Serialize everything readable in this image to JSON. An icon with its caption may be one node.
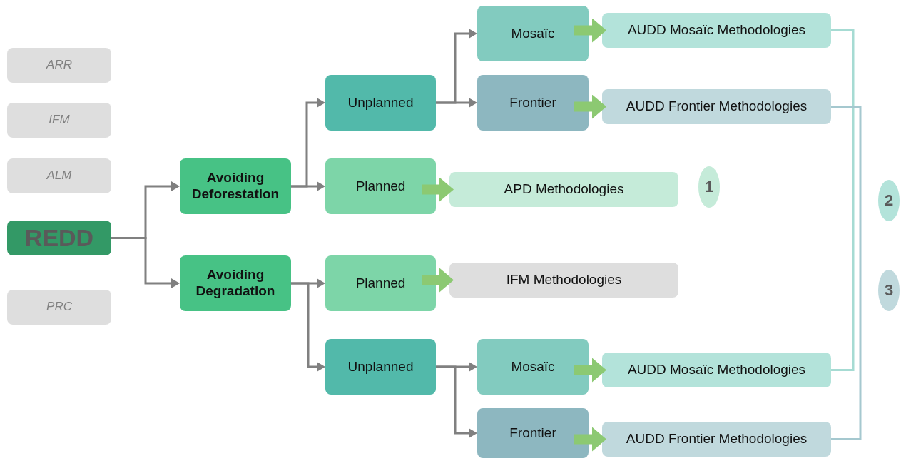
{
  "diagram": {
    "nodes": [
      {
        "text": [
          "ARR"
        ]
      },
      {
        "text": [
          "IFM"
        ]
      },
      {
        "text": [
          "ALM"
        ]
      },
      {
        "text": [
          "REDD"
        ]
      },
      {
        "text": [
          "PRC"
        ]
      },
      {
        "text": [
          "Avoiding Deforestation"
        ]
      },
      {
        "text": [
          "Avoiding Degradation"
        ]
      },
      {
        "text": [
          "Unplanned"
        ]
      },
      {
        "text": [
          "Planned"
        ]
      },
      {
        "text": [
          "Planned"
        ]
      },
      {
        "text": [
          "Unplanned"
        ]
      },
      {
        "text": [
          "Mosaïc"
        ]
      },
      {
        "text": [
          "Frontier"
        ]
      },
      {
        "text": [
          "Mosaïc"
        ]
      },
      {
        "text": [
          "Frontier"
        ]
      },
      {
        "text": [
          "AUDD Mosaïc Methodologies"
        ]
      },
      {
        "text": [
          "AUDD Frontier Methodologies"
        ]
      },
      {
        "text": [
          "APD Methodologies"
        ]
      },
      {
        "text": [
          "IFM Methodologies"
        ]
      },
      {
        "text": [
          "AUDD Mosaïc Methodologies"
        ]
      },
      {
        "text": [
          "AUDD Frontier Methodologies"
        ]
      },
      {
        "text": [
          "1"
        ]
      },
      {
        "text": [
          "2"
        ]
      },
      {
        "text": [
          "3"
        ]
      }
    ],
    "edges": [
      {
        "from": 3,
        "to": 5,
        "arrow": "to"
      },
      {
        "from": 3,
        "to": 6,
        "arrow": "to"
      },
      {
        "from": 5,
        "to": 7,
        "arrow": "to"
      },
      {
        "from": 5,
        "to": 8,
        "arrow": "to"
      },
      {
        "from": 6,
        "to": 9,
        "arrow": "to"
      },
      {
        "from": 6,
        "to": 10,
        "arrow": "to"
      },
      {
        "from": 7,
        "to": 11,
        "arrow": "to"
      },
      {
        "from": 7,
        "to": 12,
        "arrow": "to"
      },
      {
        "from": 10,
        "to": 13,
        "arrow": "to"
      },
      {
        "from": 10,
        "to": 14,
        "arrow": "to"
      },
      {
        "from": 11,
        "to": 15,
        "arrow": "to",
        "style": "thick",
        "color": "#8cc972"
      },
      {
        "from": 12,
        "to": 16,
        "arrow": "to",
        "style": "thick",
        "color": "#8cc972"
      },
      {
        "from": 8,
        "to": 17,
        "arrow": "to",
        "style": "thick",
        "color": "#8cc972"
      },
      {
        "from": 9,
        "to": 18,
        "arrow": "to",
        "style": "thick",
        "color": "#8cc972"
      },
      {
        "from": 13,
        "to": 19,
        "arrow": "to",
        "style": "thick",
        "color": "#8cc972"
      },
      {
        "from": 14,
        "to": 20,
        "arrow": "to",
        "style": "thick",
        "color": "#8cc972"
      },
      {
        "from": 15,
        "to": 19,
        "arrow": "none",
        "color": "#a6dbd3"
      },
      {
        "from": 16,
        "to": 20,
        "arrow": "none",
        "color": "#a5c8cf"
      }
    ]
  }
}
